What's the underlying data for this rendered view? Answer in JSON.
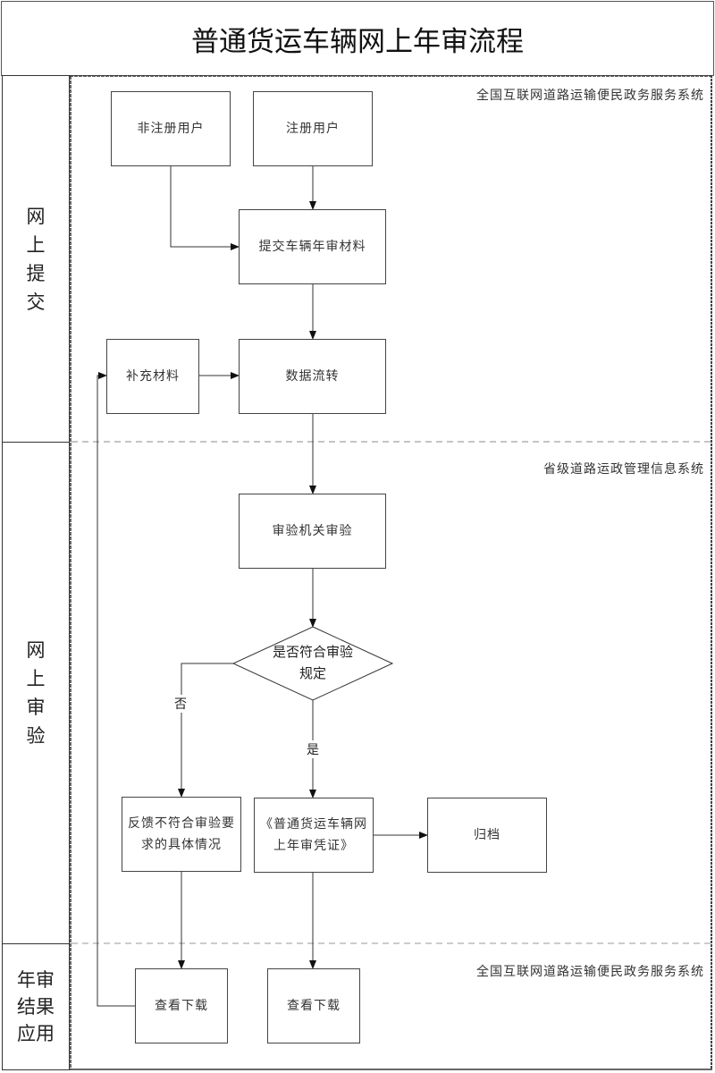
{
  "title": "普通货运车辆网上年审流程",
  "lanes": [
    {
      "id": "submit",
      "label": "网\n上\n提\n交",
      "system": "全国互联网道路运输便民政务服务系统"
    },
    {
      "id": "review",
      "label": "网\n上\n审\n验",
      "system": "省级道路运政管理信息系统"
    },
    {
      "id": "result",
      "label": "年审\n结果\n应用",
      "system": "全国互联网道路运输便民政务服务系统"
    }
  ],
  "nodes": {
    "unregistered_user": "非注册用户",
    "registered_user": "注册用户",
    "submit_materials": "提交车辆年审材料",
    "supplement_materials": "补充材料",
    "data_transfer": "数据流转",
    "authority_review": "审验机关审验",
    "decision": "是否符合审验规定",
    "feedback": "反馈不符合审验要求的具体情况",
    "certificate": "《普通货运车辆网上年审凭证》",
    "archive": "归档",
    "view_download_1": "查看下载",
    "view_download_2": "查看下载"
  },
  "edge_labels": {
    "no": "否",
    "yes": "是"
  }
}
